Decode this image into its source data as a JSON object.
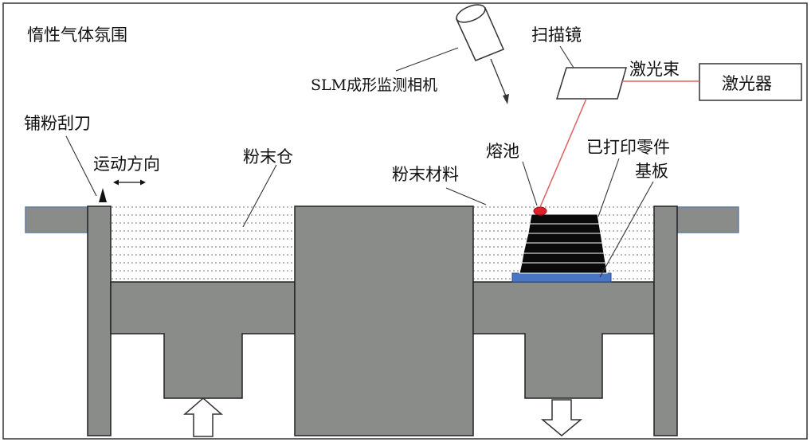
{
  "labels": {
    "inert_atmosphere": "惰性气体氛围",
    "recoater_blade": "铺粉刮刀",
    "motion_direction": "运动方向",
    "powder_hopper": "粉末仓",
    "slm_camera": "SLM成形监测相机",
    "scan_mirror": "扫描镜",
    "laser_beam": "激光束",
    "laser": "激光器",
    "melt_pool": "熔池",
    "printed_part": "已打印零件",
    "powder_material": "粉末材料",
    "substrate": "基板"
  },
  "colors": {
    "machine_body": "#8a8c8a",
    "side_plate": "#5f7fa8",
    "part": "#0a0a0a",
    "substrate": "#4a74c4",
    "melt_pool": "#e0202a",
    "laser_beam": "#e06060"
  },
  "icons": {
    "up_arrow": "arrow-up-icon",
    "down_arrow": "arrow-down-icon",
    "camera": "camera-icon",
    "blade": "triangle-icon"
  }
}
